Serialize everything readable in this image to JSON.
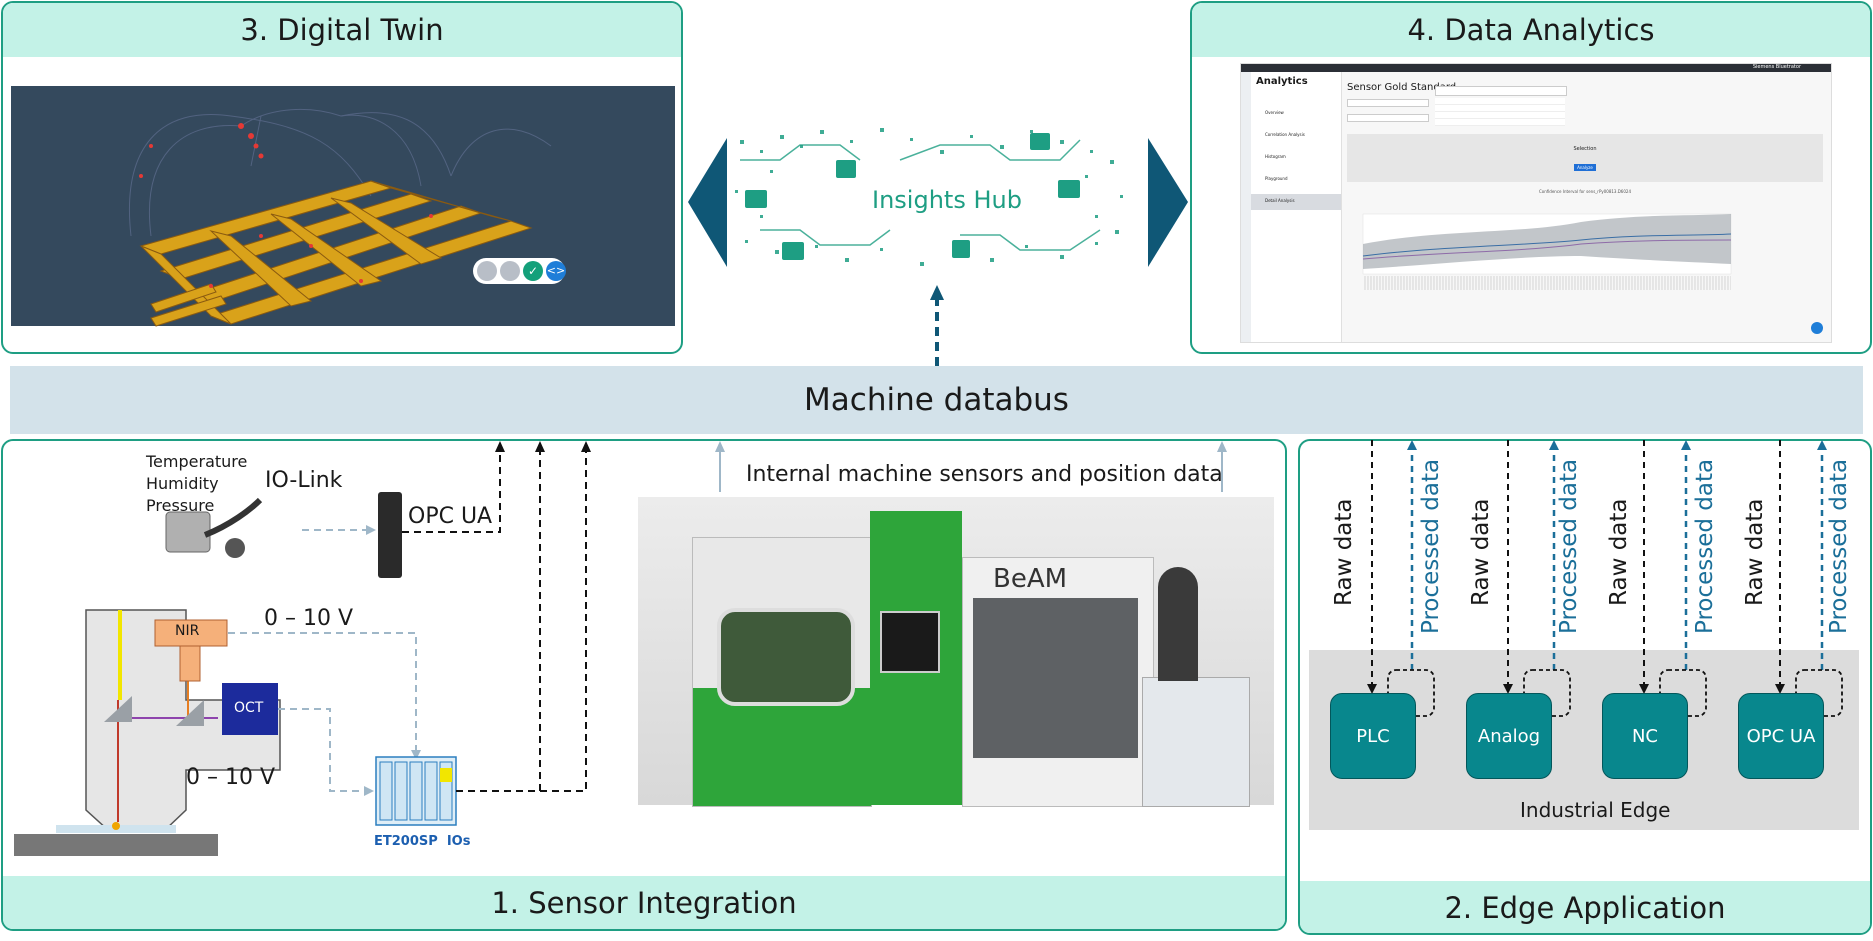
{
  "panels": {
    "digital_twin": "3. Digital Twin",
    "data_analytics": "4. Data Analytics",
    "sensor_integration": "1. Sensor Integration",
    "edge_application": "2. Edge Application"
  },
  "hub": {
    "label": "Insights Hub"
  },
  "bus": {
    "label": "Machine databus"
  },
  "sensors": {
    "env_line1": "Temperature",
    "env_line2": "Humidity",
    "env_line3": "Pressure",
    "iolink": "IO-Link",
    "opcua": "OPC UA",
    "nir": "NIR",
    "oct": "OCT",
    "voltage_top": "0 – 10 V",
    "voltage_bottom": "0 – 10 V",
    "et200": "ET200SP  IOs",
    "internal": "Internal machine sensors and position data",
    "beam_logo": "BeAM"
  },
  "edge": {
    "raw": "Raw data",
    "processed": "Processed data",
    "boxes": [
      "PLC",
      "Analog",
      "NC",
      "OPC UA"
    ],
    "platform": "Industrial Edge"
  },
  "analytics": {
    "app_title": "Analytics",
    "heading": "Sensor Gold Standard",
    "selection": "Selection",
    "analyze": "Analyze",
    "chart_title": "Confidence Interval for sens_rPy00813.D6024",
    "user": "Siemens Bluetrator",
    "sidebar_items": [
      "Overview",
      "Correlation Analysis",
      "Histogram",
      "Playground",
      "Detail Analysis"
    ]
  },
  "colors": {
    "accent": "#1e9e83",
    "title_bg": "#c3f2e7",
    "bus_bg": "#d3e2ea",
    "edge_box": "#08878d",
    "processed": "#1b6f99",
    "hub_arrow": "#0f5776"
  }
}
